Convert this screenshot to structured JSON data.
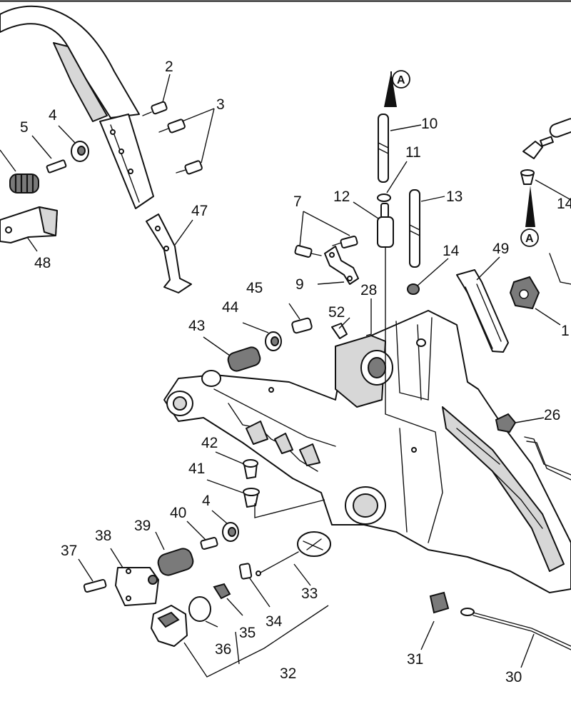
{
  "callouts": [
    {
      "id": "c2",
      "text": "2"
    },
    {
      "id": "c3",
      "text": "3"
    },
    {
      "id": "c4a",
      "text": "4"
    },
    {
      "id": "c5",
      "text": "5"
    },
    {
      "id": "c47",
      "text": "47"
    },
    {
      "id": "c48",
      "text": "48"
    },
    {
      "id": "c7",
      "text": "7"
    },
    {
      "id": "c9",
      "text": "9"
    },
    {
      "id": "c10",
      "text": "10"
    },
    {
      "id": "c11",
      "text": "11"
    },
    {
      "id": "c12",
      "text": "12"
    },
    {
      "id": "c13",
      "text": "13"
    },
    {
      "id": "c14a",
      "text": "14"
    },
    {
      "id": "c14b",
      "text": "14"
    },
    {
      "id": "c1",
      "text": "1"
    },
    {
      "id": "c49",
      "text": "49"
    },
    {
      "id": "c28",
      "text": "28"
    },
    {
      "id": "c52",
      "text": "52"
    },
    {
      "id": "c45",
      "text": "45"
    },
    {
      "id": "c44",
      "text": "44"
    },
    {
      "id": "c43",
      "text": "43"
    },
    {
      "id": "c26",
      "text": "26"
    },
    {
      "id": "c42",
      "text": "42"
    },
    {
      "id": "c41",
      "text": "41"
    },
    {
      "id": "c40",
      "text": "40"
    },
    {
      "id": "c4b",
      "text": "4"
    },
    {
      "id": "c39",
      "text": "39"
    },
    {
      "id": "c38",
      "text": "38"
    },
    {
      "id": "c37",
      "text": "37"
    },
    {
      "id": "c33",
      "text": "33"
    },
    {
      "id": "c34",
      "text": "34"
    },
    {
      "id": "c35",
      "text": "35"
    },
    {
      "id": "c36",
      "text": "36"
    },
    {
      "id": "c32",
      "text": "32"
    },
    {
      "id": "c31",
      "text": "31"
    },
    {
      "id": "c30",
      "text": "30"
    }
  ],
  "reference_markers": [
    {
      "id": "ref-a-top",
      "text": "A"
    },
    {
      "id": "ref-a-right",
      "text": "A"
    }
  ]
}
